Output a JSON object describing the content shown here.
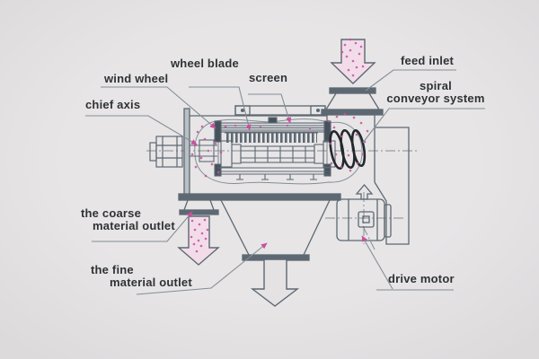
{
  "labels": {
    "wheel_blade": "wheel blade",
    "wind_wheel": "wind wheel",
    "chief_axis": "chief axis",
    "screen": "screen",
    "feed_inlet": "feed inlet",
    "spiral_conveyor_line1": "spiral",
    "spiral_conveyor_line2": "conveyor system",
    "coarse_outlet_line1": "the coarse",
    "coarse_outlet_line2": "material outlet",
    "fine_outlet_line1": "the fine",
    "fine_outlet_line2": "material outlet",
    "drive_motor": "drive motor"
  },
  "colors": {
    "bg": "#e4e2e3",
    "line": "#5d6872",
    "line-dark": "#47515b",
    "line-light": "#848e95",
    "text": "#2f3235",
    "magenta": "#c8509f",
    "pink-fill": "#f2dcea",
    "spiral": "#23282d"
  }
}
